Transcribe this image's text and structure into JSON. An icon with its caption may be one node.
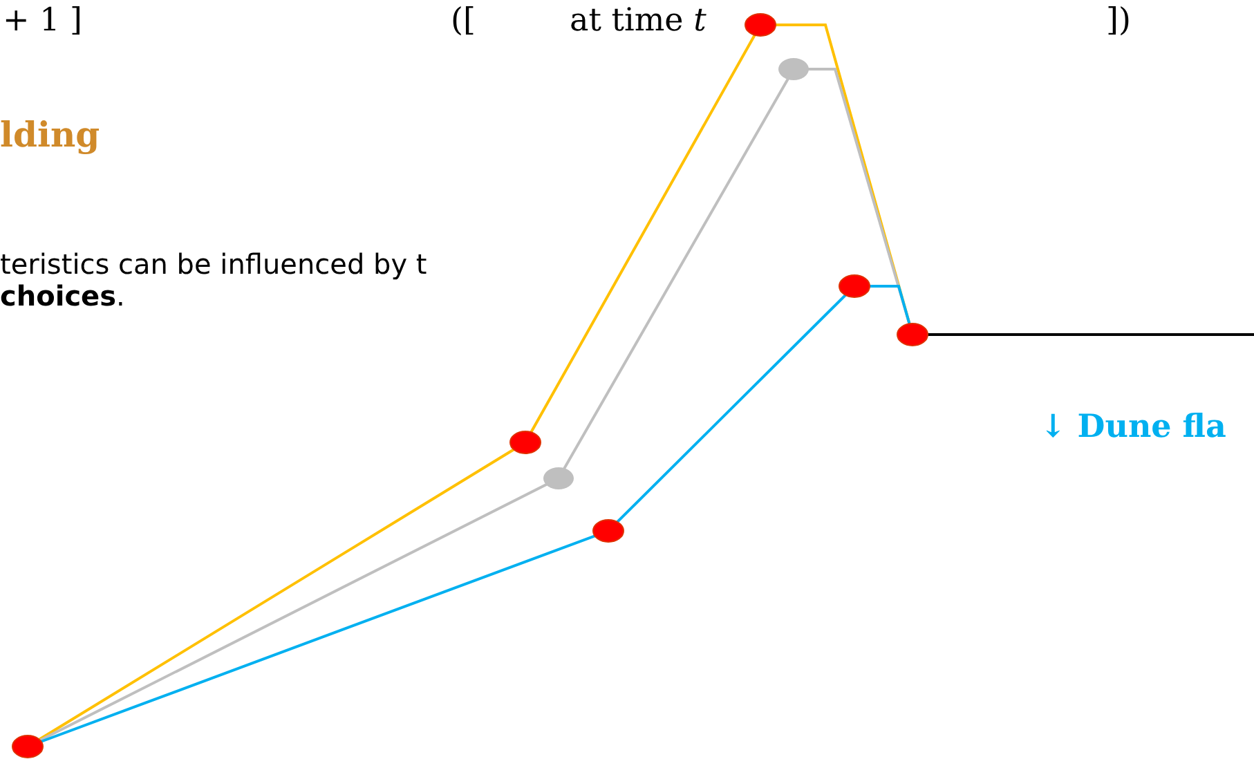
{
  "diagram": {
    "labels": [
      "+ 1 ]",
      "([",
      "at time *t*",
      "])",
      "lding",
      "teristics can be influenced by t **choices**.",
      "↓ Dune fla"
    ]
  }
}
